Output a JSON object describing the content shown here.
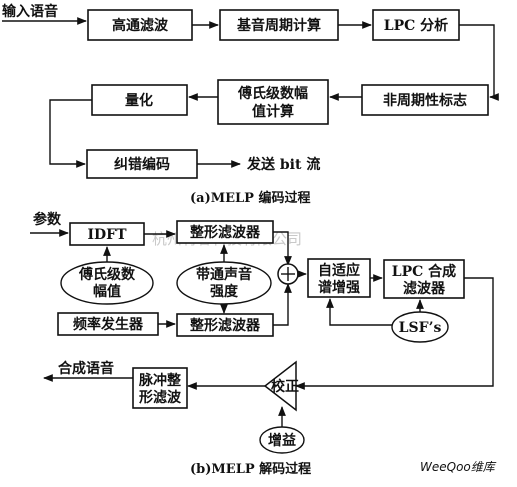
{
  "encoder": {
    "input_label": "输入语音",
    "highpass": "高通滤波",
    "pitch": "基音周期计算",
    "lpc": "LPC 分析",
    "aperiodic": "非周期性标志",
    "amp_line1": "傅氏级数幅",
    "amp_line2": "值计算",
    "quant": "量化",
    "ecc": "纠错编码",
    "send": "发送 bit 流",
    "caption": "(a)MELP 编码过程"
  },
  "decoder": {
    "params": "参数",
    "idft": "IDFT",
    "shape_top": "整形滤波器",
    "amp_line1": "傅氏级数",
    "amp_line2": "幅值",
    "voice_line1": "带通声音",
    "voice_line2": "强度",
    "freq_gen": "频率发生器",
    "shape_bottom": "整形滤波器",
    "adaptive_line1": "自适应",
    "adaptive_line2": "谱增强",
    "lpc_line1": "LPC 合成",
    "lpc_line2": "滤波器",
    "lsf": "LSF’s",
    "output": "合成语音",
    "pulse_line1": "脉冲整",
    "pulse_line2": "形滤波",
    "correct": "校正",
    "gain": "增益",
    "caption": "(b)MELP 解码过程"
  },
  "watermark": "杭州将睿科技有限公司",
  "brand": "WeeQoo维库"
}
